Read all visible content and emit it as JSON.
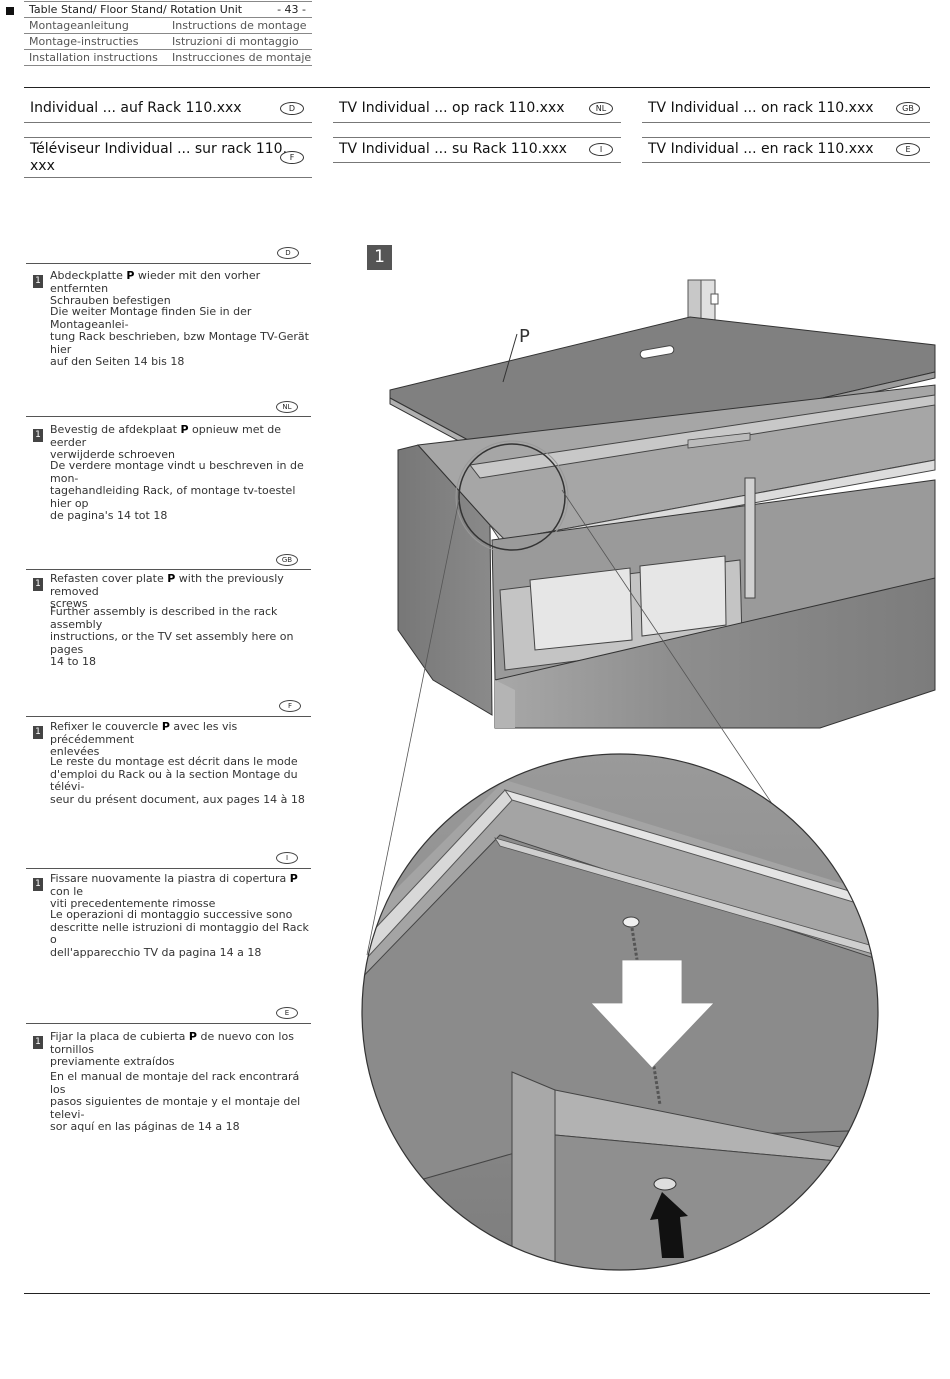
{
  "header": {
    "page_number": "- 43 -",
    "rows": [
      [
        "Table Stand/ Floor Stand/ Rotation Unit",
        ""
      ],
      [
        "Montageanleitung",
        "Instructions de montage"
      ],
      [
        "Montage-instructies",
        "Istruzioni di montaggio"
      ],
      [
        "Installation instructions",
        "Instrucciones de montaje"
      ]
    ]
  },
  "titles": [
    {
      "text": "Individual ... auf Rack 110.xxx",
      "lang": "D"
    },
    {
      "text": "TV Individual ... op rack 110.xxx",
      "lang": "NL"
    },
    {
      "text": "TV Individual ... on rack 110.xxx",
      "lang": "GB"
    },
    {
      "text": "Téléviseur Individual ... sur rack 110.",
      "text2": "xxx",
      "lang": "F"
    },
    {
      "text": "TV Individual ... su Rack 110.xxx",
      "lang": "I"
    },
    {
      "text": "TV Individual ... en rack 110.xxx",
      "lang": "E"
    }
  ],
  "sections": [
    {
      "lang": "D",
      "step": "1",
      "p1_a": "Abdeckplatte ",
      "p1_b": "P",
      "p1_c": " wieder mit den vorher entfernten",
      "p1_d": "Schrauben befestigen",
      "p2": [
        "Die weiter Montage finden Sie in der Montageanlei-",
        "tung Rack beschrieben, bzw Montage TV-Gerät hier",
        "auf den Seiten 14  bis 18"
      ]
    },
    {
      "lang": "NL",
      "step": "1",
      "p1_a": "Bevestig de afdekplaat ",
      "p1_b": "P",
      "p1_c": " opnieuw met de eerder",
      "p1_d": "verwijderde schroeven",
      "p2": [
        "De verdere montage vindt u beschreven in de mon-",
        "tagehandleiding Rack, of montage tv-toestel hier op",
        "de pagina's 14 tot 18"
      ]
    },
    {
      "lang": "GB",
      "step": "1",
      "p1_a": "Refasten cover plate ",
      "p1_b": "P",
      "p1_c": " with the previously removed",
      "p1_d": "screws",
      "p2": [
        "Further assembly is described in the rack assembly",
        "instructions, or the TV set assembly here on pages",
        "14 to 18"
      ]
    },
    {
      "lang": "F",
      "step": "1",
      "p1_a": "Refixer le couvercle ",
      "p1_b": "P",
      "p1_c": " avec les vis précédemment",
      "p1_d": "enlevées",
      "p2": [
        "Le reste du montage est décrit dans le mode",
        "d'emploi du Rack ou à la section Montage du télévi-",
        "seur du présent document, aux pages 14 à 18"
      ]
    },
    {
      "lang": "I",
      "step": "1",
      "p1_a": "Fissare nuovamente la piastra di copertura ",
      "p1_b": "P",
      "p1_c": " con le",
      "p1_d": "viti precedentemente rimosse",
      "p2": [
        "Le operazioni di montaggio successive sono",
        "descritte nelle istruzioni di montaggio del Rack o",
        "dell'apparecchio TV da pagina 14 a 18"
      ]
    },
    {
      "lang": "E",
      "step": "1",
      "p1_a": "Fijar la placa de cubierta ",
      "p1_b": "P",
      "p1_c": " de nuevo con los tornillos",
      "p1_d": "previamente extraídos",
      "p2": [
        "En el manual de montaje del rack encontrará los",
        "pasos siguientes de montaje y el montaje del televi-",
        "sor aquí en las páginas de 14 a 18"
      ]
    }
  ],
  "figure": {
    "step_label": "1",
    "part_label": "P",
    "colors": {
      "panel_dark": "#777777",
      "panel_mid": "#8c8c8c",
      "panel_light": "#b5b5b5",
      "white": "#ffffff"
    }
  }
}
